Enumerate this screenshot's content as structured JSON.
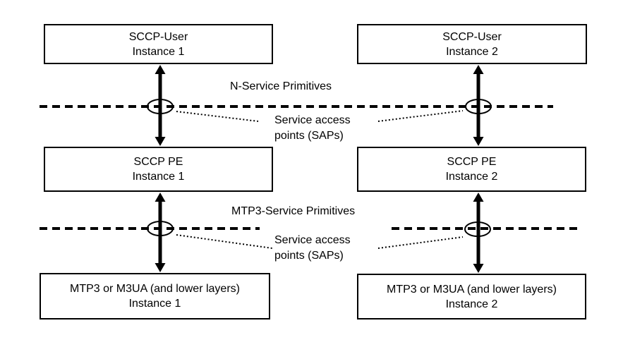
{
  "boxes": [
    {
      "id": "sccp-user-1",
      "line1": "SCCP-User",
      "line2": "Instance 1"
    },
    {
      "id": "sccp-user-2",
      "line1": "SCCP-User",
      "line2": "Instance 2"
    },
    {
      "id": "sccp-pe-1",
      "line1": "SCCP PE",
      "line2": "Instance 1"
    },
    {
      "id": "sccp-pe-2",
      "line1": "SCCP PE",
      "line2": "Instance 2"
    },
    {
      "id": "mtp3-1",
      "line1": "MTP3 or M3UA (and lower layers)",
      "line2": "Instance 1"
    },
    {
      "id": "mtp3-2",
      "line1": "MTP3 or M3UA (and lower layers)",
      "line2": "Instance 2"
    }
  ],
  "labels": {
    "n_service_primitives": "N-Service Primitives",
    "mtp3_service_primitives": "MTP3-Service Primitives",
    "sap_line1": "Service access",
    "sap_line2": "points (SAPs)"
  },
  "colors": {
    "stroke": "#000000",
    "text": "#000000",
    "background": "#ffffff",
    "box_fill": "#ffffff"
  }
}
